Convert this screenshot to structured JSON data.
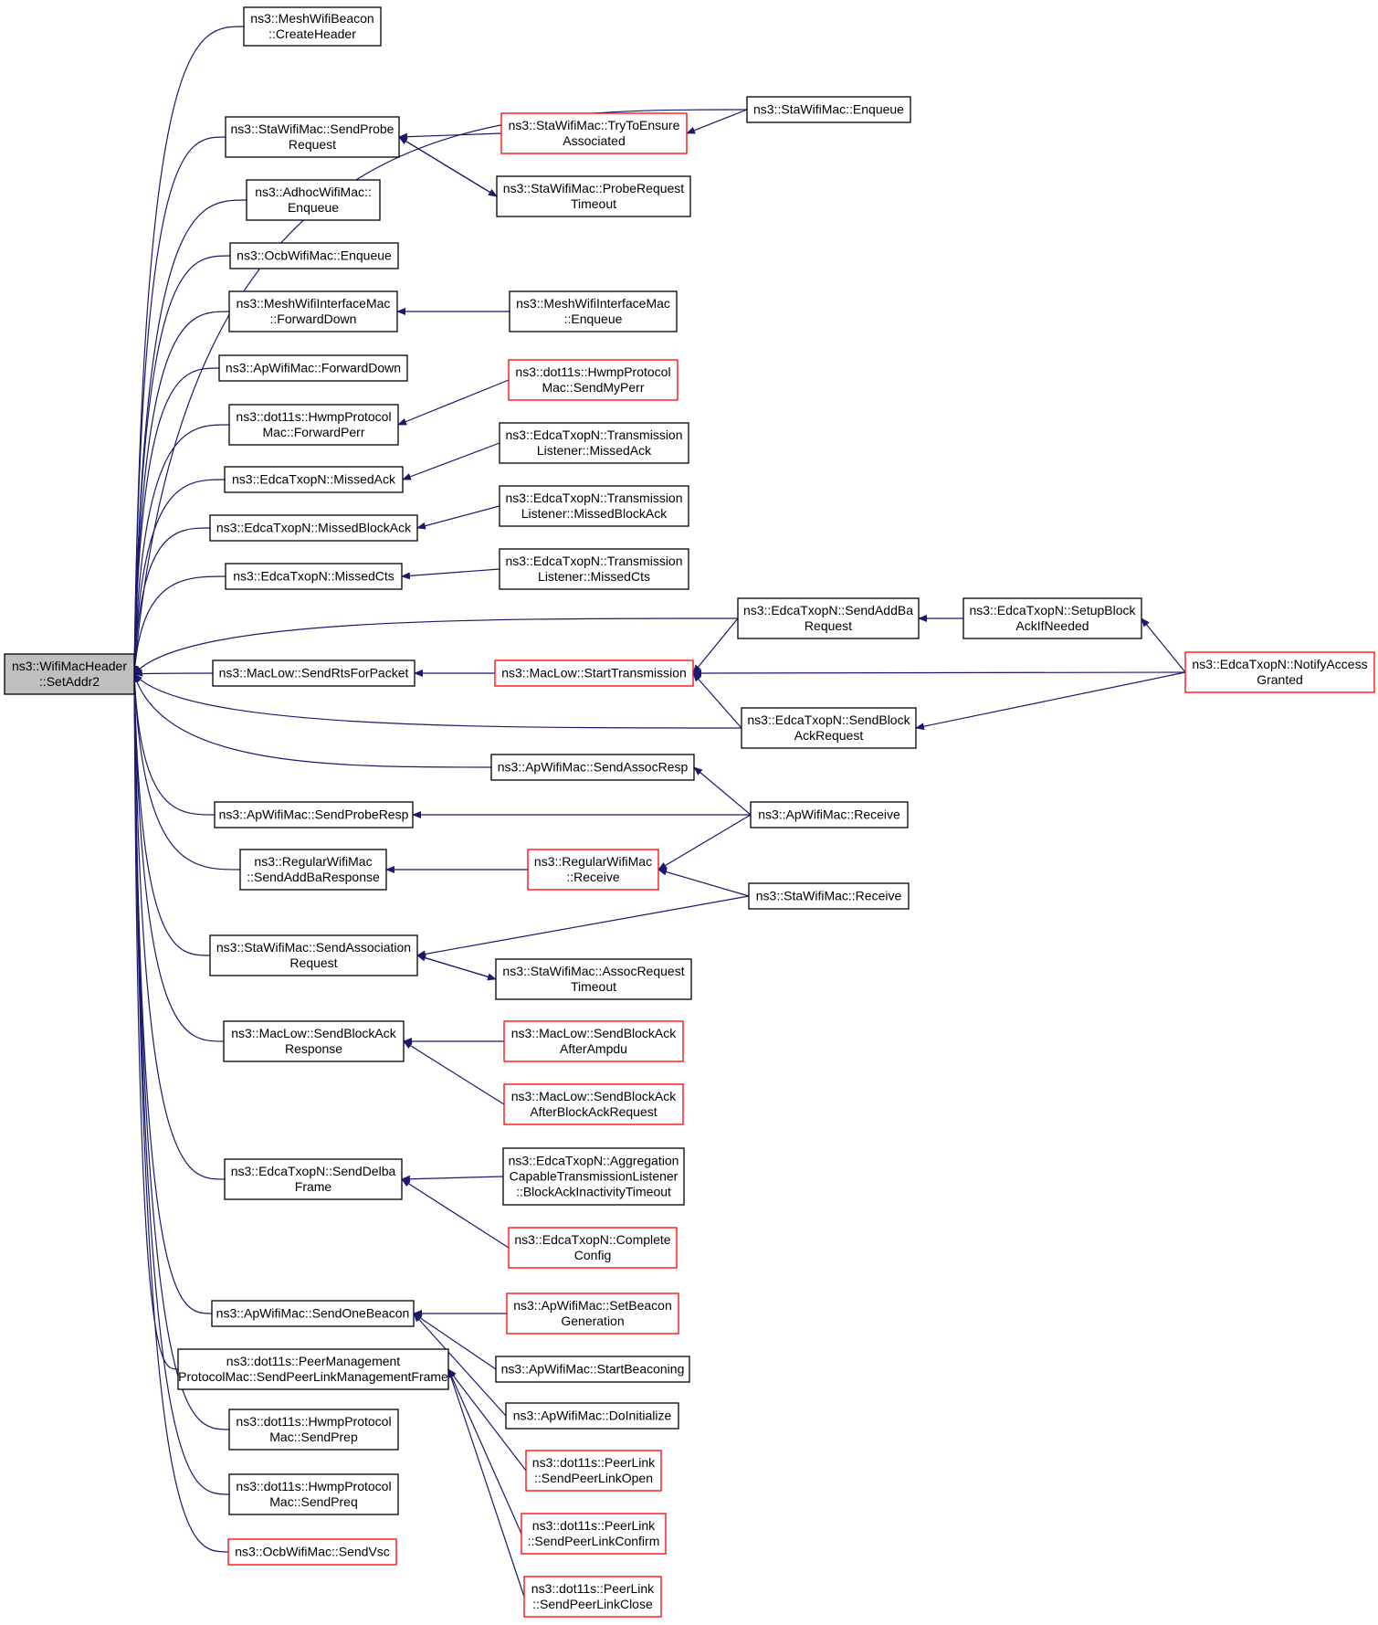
{
  "graph": {
    "edge_color": "#191970",
    "border_colors": {
      "black": "#000000",
      "red": "#ff0000"
    },
    "root_fill": "#bfbfbf",
    "nodes": [
      {
        "id": "n0",
        "lines": [
          "ns3::WifiMacHeader",
          "::SetAddr2"
        ],
        "border": "black",
        "root": true
      },
      {
        "id": "n1",
        "lines": [
          "ns3::MeshWifiBeacon",
          "::CreateHeader"
        ],
        "border": "black"
      },
      {
        "id": "n2",
        "lines": [
          "ns3::StaWifiMac::Enqueue"
        ],
        "border": "black"
      },
      {
        "id": "n3",
        "lines": [
          "ns3::StaWifiMac::SendProbe",
          "Request"
        ],
        "border": "black"
      },
      {
        "id": "n4",
        "lines": [
          "ns3::StaWifiMac::TryToEnsure",
          "Associated"
        ],
        "border": "red"
      },
      {
        "id": "n5",
        "lines": [
          "ns3::StaWifiMac::ProbeRequest",
          "Timeout"
        ],
        "border": "black"
      },
      {
        "id": "n6",
        "lines": [
          "ns3::AdhocWifiMac::",
          "Enqueue"
        ],
        "border": "black"
      },
      {
        "id": "n7",
        "lines": [
          "ns3::OcbWifiMac::Enqueue"
        ],
        "border": "black"
      },
      {
        "id": "n8",
        "lines": [
          "ns3::MeshWifiInterfaceMac",
          "::ForwardDown"
        ],
        "border": "black"
      },
      {
        "id": "n9",
        "lines": [
          "ns3::MeshWifiInterfaceMac",
          "::Enqueue"
        ],
        "border": "black"
      },
      {
        "id": "n10",
        "lines": [
          "ns3::ApWifiMac::ForwardDown"
        ],
        "border": "black"
      },
      {
        "id": "n11",
        "lines": [
          "ns3::dot11s::HwmpProtocol",
          "Mac::SendMyPerr"
        ],
        "border": "red"
      },
      {
        "id": "n12",
        "lines": [
          "ns3::dot11s::HwmpProtocol",
          "Mac::ForwardPerr"
        ],
        "border": "black"
      },
      {
        "id": "n13",
        "lines": [
          "ns3::EdcaTxopN::Transmission",
          "Listener::MissedAck"
        ],
        "border": "black"
      },
      {
        "id": "n14",
        "lines": [
          "ns3::EdcaTxopN::MissedAck"
        ],
        "border": "black"
      },
      {
        "id": "n15",
        "lines": [
          "ns3::EdcaTxopN::Transmission",
          "Listener::MissedBlockAck"
        ],
        "border": "black"
      },
      {
        "id": "n16",
        "lines": [
          "ns3::EdcaTxopN::MissedBlockAck"
        ],
        "border": "black"
      },
      {
        "id": "n17",
        "lines": [
          "ns3::EdcaTxopN::Transmission",
          "Listener::MissedCts"
        ],
        "border": "black"
      },
      {
        "id": "n18",
        "lines": [
          "ns3::EdcaTxopN::MissedCts"
        ],
        "border": "black"
      },
      {
        "id": "n19",
        "lines": [
          "ns3::EdcaTxopN::SendAddBa",
          "Request"
        ],
        "border": "black"
      },
      {
        "id": "n20",
        "lines": [
          "ns3::EdcaTxopN::SetupBlock",
          "AckIfNeeded"
        ],
        "border": "black"
      },
      {
        "id": "n21",
        "lines": [
          "ns3::EdcaTxopN::NotifyAccess",
          "Granted"
        ],
        "border": "red"
      },
      {
        "id": "n22",
        "lines": [
          "ns3::MacLow::SendRtsForPacket"
        ],
        "border": "black"
      },
      {
        "id": "n23",
        "lines": [
          "ns3::MacLow::StartTransmission"
        ],
        "border": "red"
      },
      {
        "id": "n24",
        "lines": [
          "ns3::EdcaTxopN::SendBlock",
          "AckRequest"
        ],
        "border": "black"
      },
      {
        "id": "n25",
        "lines": [
          "ns3::ApWifiMac::SendAssocResp"
        ],
        "border": "black"
      },
      {
        "id": "n26",
        "lines": [
          "ns3::ApWifiMac::SendProbeResp"
        ],
        "border": "black"
      },
      {
        "id": "n27",
        "lines": [
          "ns3::ApWifiMac::Receive"
        ],
        "border": "black"
      },
      {
        "id": "n28",
        "lines": [
          "ns3::RegularWifiMac",
          "::SendAddBaResponse"
        ],
        "border": "black"
      },
      {
        "id": "n29",
        "lines": [
          "ns3::RegularWifiMac",
          "::Receive"
        ],
        "border": "red"
      },
      {
        "id": "n30",
        "lines": [
          "ns3::StaWifiMac::Receive"
        ],
        "border": "black"
      },
      {
        "id": "n31",
        "lines": [
          "ns3::StaWifiMac::SendAssociation",
          "Request"
        ],
        "border": "black"
      },
      {
        "id": "n32",
        "lines": [
          "ns3::StaWifiMac::AssocRequest",
          "Timeout"
        ],
        "border": "black"
      },
      {
        "id": "n33",
        "lines": [
          "ns3::MacLow::SendBlockAck",
          "Response"
        ],
        "border": "black"
      },
      {
        "id": "n34",
        "lines": [
          "ns3::MacLow::SendBlockAck",
          "AfterAmpdu"
        ],
        "border": "red"
      },
      {
        "id": "n35",
        "lines": [
          "ns3::MacLow::SendBlockAck",
          "AfterBlockAckRequest"
        ],
        "border": "red"
      },
      {
        "id": "n36",
        "lines": [
          "ns3::EdcaTxopN::SendDelba",
          "Frame"
        ],
        "border": "black"
      },
      {
        "id": "n37",
        "lines": [
          "ns3::EdcaTxopN::Aggregation",
          "CapableTransmissionListener",
          "::BlockAckInactivityTimeout"
        ],
        "border": "black"
      },
      {
        "id": "n38",
        "lines": [
          "ns3::EdcaTxopN::Complete",
          "Config"
        ],
        "border": "red"
      },
      {
        "id": "n39",
        "lines": [
          "ns3::ApWifiMac::SendOneBeacon"
        ],
        "border": "black"
      },
      {
        "id": "n40",
        "lines": [
          "ns3::ApWifiMac::SetBeacon",
          "Generation"
        ],
        "border": "red"
      },
      {
        "id": "n41",
        "lines": [
          "ns3::ApWifiMac::StartBeaconing"
        ],
        "border": "black"
      },
      {
        "id": "n42",
        "lines": [
          "ns3::ApWifiMac::DoInitialize"
        ],
        "border": "black"
      },
      {
        "id": "n43",
        "lines": [
          "ns3::dot11s::PeerManagement",
          "ProtocolMac::SendPeerLinkManagementFrame"
        ],
        "border": "black"
      },
      {
        "id": "n44",
        "lines": [
          "ns3::dot11s::PeerLink",
          "::SendPeerLinkOpen"
        ],
        "border": "red"
      },
      {
        "id": "n45",
        "lines": [
          "ns3::dot11s::PeerLink",
          "::SendPeerLinkConfirm"
        ],
        "border": "red"
      },
      {
        "id": "n46",
        "lines": [
          "ns3::dot11s::PeerLink",
          "::SendPeerLinkClose"
        ],
        "border": "red"
      },
      {
        "id": "n47",
        "lines": [
          "ns3::dot11s::HwmpProtocol",
          "Mac::SendPrep"
        ],
        "border": "black"
      },
      {
        "id": "n48",
        "lines": [
          "ns3::dot11s::HwmpProtocol",
          "Mac::SendPreq"
        ],
        "border": "black"
      },
      {
        "id": "n49",
        "lines": [
          "ns3::OcbWifiMac::SendVsc"
        ],
        "border": "red"
      }
    ],
    "edges": [
      [
        "n1",
        "n0"
      ],
      [
        "n2",
        "n0"
      ],
      [
        "n3",
        "n0"
      ],
      [
        "n4",
        "n3"
      ],
      [
        "n5",
        "n3"
      ],
      [
        "n3",
        "n5"
      ],
      [
        "n2",
        "n4"
      ],
      [
        "n6",
        "n0"
      ],
      [
        "n7",
        "n0"
      ],
      [
        "n8",
        "n0"
      ],
      [
        "n9",
        "n8"
      ],
      [
        "n10",
        "n0"
      ],
      [
        "n12",
        "n0"
      ],
      [
        "n11",
        "n12"
      ],
      [
        "n14",
        "n0"
      ],
      [
        "n13",
        "n14"
      ],
      [
        "n16",
        "n0"
      ],
      [
        "n15",
        "n16"
      ],
      [
        "n18",
        "n0"
      ],
      [
        "n17",
        "n18"
      ],
      [
        "n19",
        "n0"
      ],
      [
        "n20",
        "n19"
      ],
      [
        "n21",
        "n20"
      ],
      [
        "n22",
        "n0"
      ],
      [
        "n23",
        "n22"
      ],
      [
        "n19",
        "n23"
      ],
      [
        "n21",
        "n23"
      ],
      [
        "n24",
        "n23"
      ],
      [
        "n24",
        "n0"
      ],
      [
        "n21",
        "n24"
      ],
      [
        "n25",
        "n0"
      ],
      [
        "n27",
        "n25"
      ],
      [
        "n26",
        "n0"
      ],
      [
        "n27",
        "n26"
      ],
      [
        "n28",
        "n0"
      ],
      [
        "n29",
        "n28"
      ],
      [
        "n27",
        "n29"
      ],
      [
        "n30",
        "n29"
      ],
      [
        "n31",
        "n0"
      ],
      [
        "n30",
        "n31"
      ],
      [
        "n32",
        "n31"
      ],
      [
        "n31",
        "n32"
      ],
      [
        "n33",
        "n0"
      ],
      [
        "n34",
        "n33"
      ],
      [
        "n35",
        "n33"
      ],
      [
        "n36",
        "n0"
      ],
      [
        "n37",
        "n36"
      ],
      [
        "n38",
        "n36"
      ],
      [
        "n39",
        "n0"
      ],
      [
        "n40",
        "n39"
      ],
      [
        "n41",
        "n39"
      ],
      [
        "n42",
        "n39"
      ],
      [
        "n43",
        "n0"
      ],
      [
        "n44",
        "n43"
      ],
      [
        "n45",
        "n43"
      ],
      [
        "n46",
        "n43"
      ],
      [
        "n47",
        "n0"
      ],
      [
        "n48",
        "n0"
      ],
      [
        "n49",
        "n0"
      ]
    ]
  }
}
